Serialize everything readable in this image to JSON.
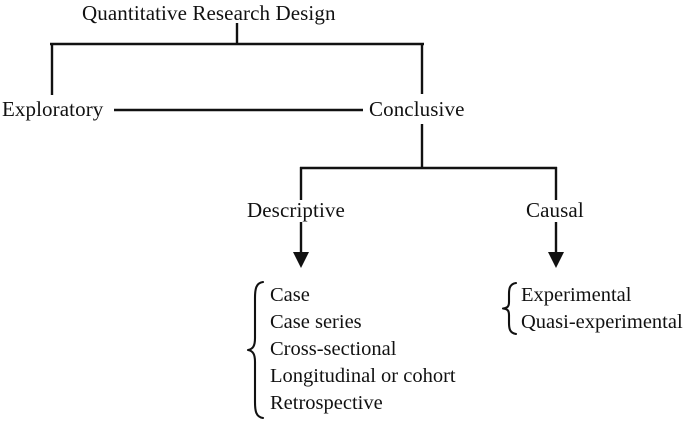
{
  "diagram": {
    "type": "hierarchy-tree",
    "title": "Quantitative Research Design",
    "background_color": "#ffffff",
    "line_color": "#111111",
    "text_color": "#111111",
    "root": {
      "label": "Quantitative Research Design"
    },
    "level_two": {
      "left": "Exploratory",
      "right": "Conclusive"
    },
    "level_three": {
      "left": "Descriptive",
      "right": "Causal"
    },
    "descriptive_types": [
      "Case",
      "Case series",
      "Cross-sectional",
      "Longitudinal or cohort",
      "Retrospective"
    ],
    "causal_types": [
      "Experimental",
      "Quasi-experimental"
    ]
  }
}
